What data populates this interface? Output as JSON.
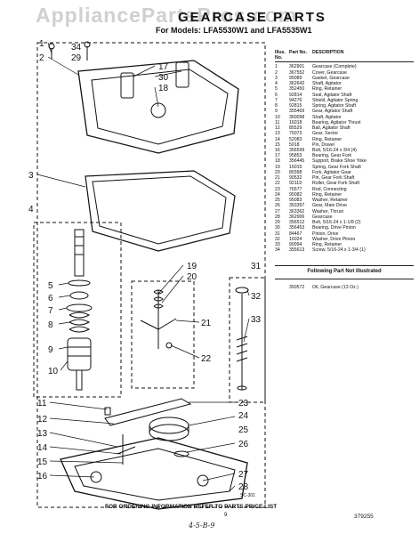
{
  "watermark": "AppliancePartsPros.com",
  "title": "GEARCASE PARTS",
  "models_line": "For Models: LFA5530W1 and LFA5535W1",
  "table_header": {
    "illus": "Illus. No.",
    "part": "Part No.",
    "desc": "DESCRIPTION"
  },
  "parts": [
    {
      "illus": "1",
      "part": "362901",
      "desc": "Gearcase (Complete)"
    },
    {
      "illus": "2",
      "part": "367552",
      "desc": "Cover, Gearcase"
    },
    {
      "illus": "3",
      "part": "95089",
      "desc": "Gasket, Gearcase"
    },
    {
      "illus": "4",
      "part": "362642",
      "desc": "Shaft, Agitator"
    },
    {
      "illus": "5",
      "part": "352450",
      "desc": "Ring, Retainer"
    },
    {
      "illus": "6",
      "part": "92814",
      "desc": "Seal, Agitator Shaft"
    },
    {
      "illus": "7",
      "part": "94276",
      "desc": "Shield, Agitator Spring"
    },
    {
      "illus": "8",
      "part": "92815",
      "desc": "Spring, Agitator Shaft"
    },
    {
      "illus": "9",
      "part": "355469",
      "desc": "Gear, Agitator Shaft"
    },
    {
      "illus": "10",
      "part": "360098",
      "desc": "Shaft, Agitator"
    },
    {
      "illus": "11",
      "part": "16018",
      "desc": "Bearing, Agitator Thrust"
    },
    {
      "illus": "12",
      "part": "85529",
      "desc": "Ball, Agitator Shaft"
    },
    {
      "illus": "13",
      "part": "75073",
      "desc": "Gear, Sector"
    },
    {
      "illus": "14",
      "part": "52083",
      "desc": "Ring, Retainer"
    },
    {
      "illus": "15",
      "part": "5018",
      "desc": "Pin, Dowel"
    },
    {
      "illus": "16",
      "part": "356599",
      "desc": "Bolt, 5/16-24 x 3/4 (4)"
    },
    {
      "illus": "17",
      "part": "95853",
      "desc": "Bearing, Gear Fork"
    },
    {
      "illus": "18",
      "part": "356445",
      "desc": "Support, Brake Shoe Yoke"
    },
    {
      "illus": "19",
      "part": "16015",
      "desc": "Spring, Gear Fork Shaft"
    },
    {
      "illus": "20",
      "part": "80398",
      "desc": "Fork, Agitator Gear"
    },
    {
      "illus": "21",
      "part": "90532",
      "desc": "Pin, Gear Fork Shaft"
    },
    {
      "illus": "22",
      "part": "92119",
      "desc": "Roller, Gear Fork Shaft"
    },
    {
      "illus": "23",
      "part": "76577",
      "desc": "Rod, Connecting"
    },
    {
      "illus": "24",
      "part": "95082",
      "desc": "Ring, Retainer"
    },
    {
      "illus": "25",
      "part": "95083",
      "desc": "Washer, Retainer"
    },
    {
      "illus": "26",
      "part": "353397",
      "desc": "Gear, Main Drive"
    },
    {
      "illus": "27",
      "part": "363362",
      "desc": "Washer, Thrust"
    },
    {
      "illus": "28",
      "part": "362906",
      "desc": "Gearcase"
    },
    {
      "illus": "29",
      "part": "356512",
      "desc": "Bolt, 5/16-24 x 1-1/8 (2)"
    },
    {
      "illus": "30",
      "part": "356453",
      "desc": "Bearing, Drive Pinion"
    },
    {
      "illus": "31",
      "part": "84467",
      "desc": "Pinion, Drive"
    },
    {
      "illus": "32",
      "part": "16024",
      "desc": "Washer, Drive Pinion"
    },
    {
      "illus": "33",
      "part": "90094",
      "desc": "Ring, Retainer"
    },
    {
      "illus": "34",
      "part": "355613",
      "desc": "Screw, 5/16-24 x 1-3/4 (1)"
    }
  ],
  "not_illustrated_label": "Following Part Not Illustrated",
  "not_illustrated": [
    {
      "part": "350572",
      "desc": "Oil, Gearcase (13 Oz.)"
    }
  ],
  "callouts": [
    "1",
    "2",
    "34",
    "29",
    "17",
    "30",
    "18",
    "3",
    "4",
    "5",
    "6",
    "7",
    "8",
    "9",
    "10",
    "19",
    "20",
    "21",
    "22",
    "31",
    "32",
    "33",
    "23",
    "24",
    "25",
    "26",
    "11",
    "12",
    "13",
    "14",
    "15",
    "16",
    "27",
    "28"
  ],
  "art_number": "SC-301",
  "footer_text": "FOR ORDERING INFORMATION REFER TO PARTS PRICE LIST",
  "page_number": "9",
  "doc_number": "379255",
  "handwritten_note": "4-5-B-9"
}
